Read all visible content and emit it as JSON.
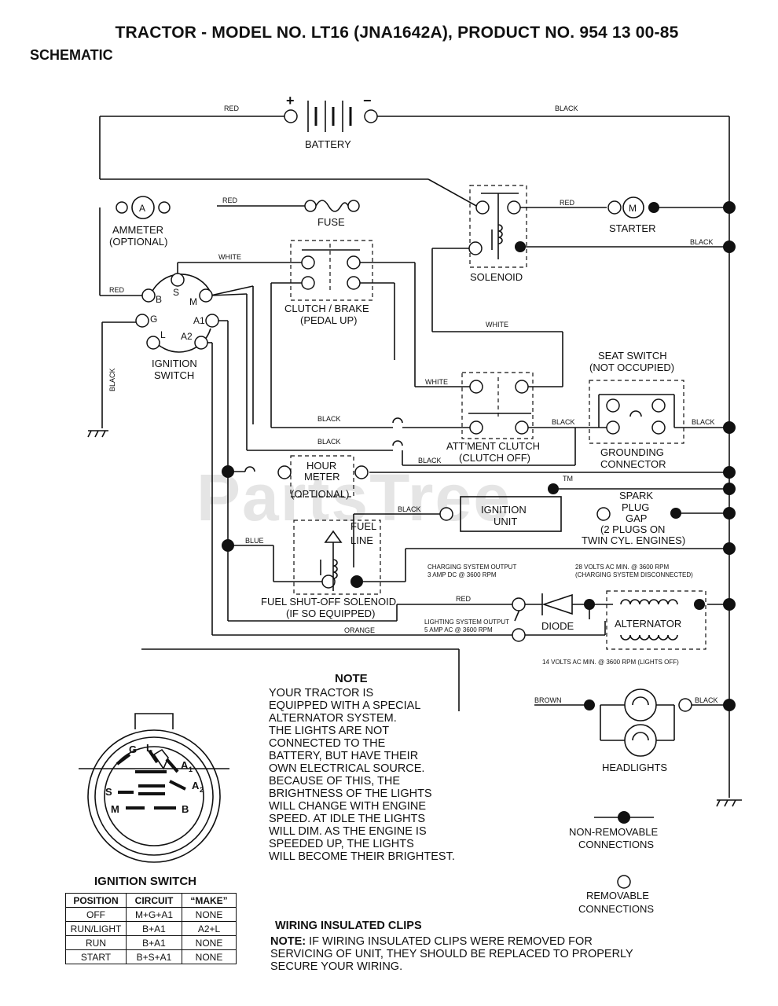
{
  "header": {
    "title": "TRACTOR - MODEL NO. LT16 (JNA1642A), PRODUCT NO. 954 13 00-85",
    "subtitle": "SCHEMATIC"
  },
  "watermark": "PartsTree",
  "components": {
    "battery": "BATTERY",
    "battery_plus": "+",
    "battery_minus": "−",
    "ammeter_symbol": "A",
    "ammeter_1": "AMMETER",
    "ammeter_2": "(OPTIONAL)",
    "fuse": "FUSE",
    "starter_symbol": "M",
    "starter": "STARTER",
    "solenoid": "SOLENOID",
    "clutch_1": "CLUTCH / BRAKE",
    "clutch_2": "(PEDAL UP)",
    "ign_1": "IGNITION",
    "ign_2": "SWITCH",
    "seat_1": "SEAT SWITCH",
    "seat_2": "(NOT OCCUPIED)",
    "att_1": "ATT'MENT CLUTCH",
    "att_2": "(CLUTCH OFF)",
    "grounding_1": "GROUNDING",
    "grounding_2": "CONNECTOR",
    "hour_1": "HOUR",
    "hour_2": "METER",
    "hour_3": "(OPTIONAL)",
    "ign_unit_1": "IGNITION",
    "ign_unit_2": "UNIT",
    "spark_1": "SPARK",
    "spark_2": "PLUG",
    "spark_3": "GAP",
    "spark_4": "(2 PLUGS ON",
    "spark_5": "TWIN CYL. ENGINES)",
    "fuel_line_1": "FUEL",
    "fuel_line_2": "LINE",
    "fuel_sol_1": "FUEL SHUT-OFF SOLENOID",
    "fuel_sol_2": "(IF SO EQUIPPED)",
    "diode": "DIODE",
    "alternator": "ALTERNATOR",
    "headlights": "HEADLIGHTS",
    "charging_1": "CHARGING SYSTEM OUTPUT",
    "charging_2": "3 AMP DC @ 3600 RPM",
    "volts28_1": "28 VOLTS AC MIN. @ 3600 RPM",
    "volts28_2": "(CHARGING SYSTEM DISCONNECTED)",
    "lighting_1": "LIGHTING SYSTEM OUTPUT",
    "lighting_2": "5 AMP AC @ 3600 RPM",
    "volts14": "14 VOLTS AC MIN. @ 3600 RPM (LIGHTS OFF)",
    "nonremovable_1": "NON-REMOVABLE",
    "nonremovable_2": "CONNECTIONS",
    "removable_1": "REMOVABLE",
    "removable_2": "CONNECTIONS",
    "tm": "TM"
  },
  "switch_terminals": {
    "b": "B",
    "s": "S",
    "m": "M",
    "g": "G",
    "l": "L",
    "a1": "A1",
    "a2": "A2"
  },
  "switch_face": {
    "g": "G",
    "l": "L",
    "a1": "A",
    "a1_sub": "1",
    "a2": "A",
    "a2_sub": "2",
    "s": "S",
    "m": "M",
    "b": "B"
  },
  "wire_labels": {
    "red_battery": "RED",
    "black_battery": "BLACK",
    "red_fuse": "RED",
    "red_starter": "RED",
    "black_solenoid": "BLACK",
    "white_clutch": "WHITE",
    "red_ign": "RED",
    "black_ground": "BLACK",
    "white_sol": "WHITE",
    "white_att": "WHITE",
    "black_1": "BLACK",
    "black_2": "BLACK",
    "black_3": "BLACK",
    "black_seat_left": "BLACK",
    "black_seat_right": "BLACK",
    "black_ign_unit": "BLACK",
    "blue": "BLUE",
    "red_charge": "RED",
    "orange": "ORANGE",
    "brown": "BROWN",
    "black_headlight": "BLACK"
  },
  "note": {
    "heading": "NOTE",
    "lines": [
      "YOUR TRACTOR IS",
      "EQUIPPED WITH A SPECIAL",
      "ALTERNATOR SYSTEM.",
      "THE LIGHTS ARE NOT",
      "CONNECTED TO THE",
      "BATTERY, BUT HAVE THEIR",
      "OWN ELECTRICAL SOURCE.",
      "BECAUSE OF THIS, THE",
      "BRIGHTNESS OF THE LIGHTS",
      "WILL CHANGE WITH ENGINE",
      "SPEED.  AT IDLE THE LIGHTS",
      "WILL DIM.  AS THE ENGINE IS",
      "SPEEDED UP, THE LIGHTS",
      "WILL BECOME THEIR BRIGHTEST."
    ]
  },
  "clips": {
    "heading": "WIRING INSULATED CLIPS",
    "note_label": "NOTE:",
    "text": " IF WIRING INSULATED CLIPS WERE REMOVED FOR SERVICING OF UNIT, THEY SHOULD BE REPLACED TO PROPERLY SECURE YOUR WIRING."
  },
  "ignition_table": {
    "title": "IGNITION SWITCH",
    "headers": [
      "POSITION",
      "CIRCUIT",
      "“MAKE”"
    ],
    "rows": [
      [
        "OFF",
        "M+G+A1",
        "NONE"
      ],
      [
        "RUN/LIGHT",
        "B+A1",
        "A2+L"
      ],
      [
        "RUN",
        "B+A1",
        "NONE"
      ],
      [
        "START",
        "B+S+A1",
        "NONE"
      ]
    ]
  }
}
